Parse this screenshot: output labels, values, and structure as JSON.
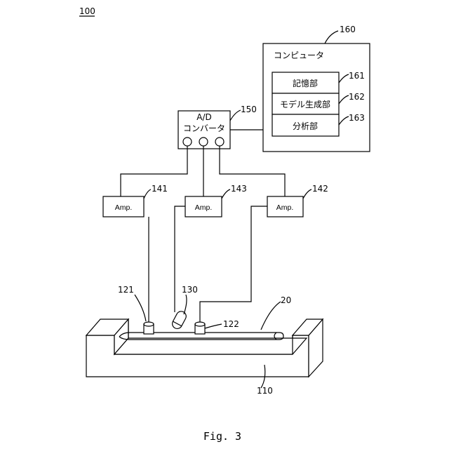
{
  "figure": {
    "ref_main": "100",
    "caption": "Fig. 3"
  },
  "computer": {
    "ref": "160",
    "title": "コンピュータ",
    "modules": [
      {
        "label": "記憶部",
        "ref": "161"
      },
      {
        "label": "モデル生成部",
        "ref": "162"
      },
      {
        "label": "分析部",
        "ref": "163"
      }
    ]
  },
  "ad_converter": {
    "ref": "150",
    "line1": "A/D",
    "line2": "コンバータ"
  },
  "amplifiers": [
    {
      "label": "Amp.",
      "ref": "141"
    },
    {
      "label": "Amp.",
      "ref": "143"
    },
    {
      "label": "Amp.",
      "ref": "142"
    }
  ],
  "sensors": {
    "left_ref": "121",
    "right_ref": "122",
    "probe_ref": "130"
  },
  "specimen": {
    "wire_ref": "20",
    "base_ref": "110"
  }
}
